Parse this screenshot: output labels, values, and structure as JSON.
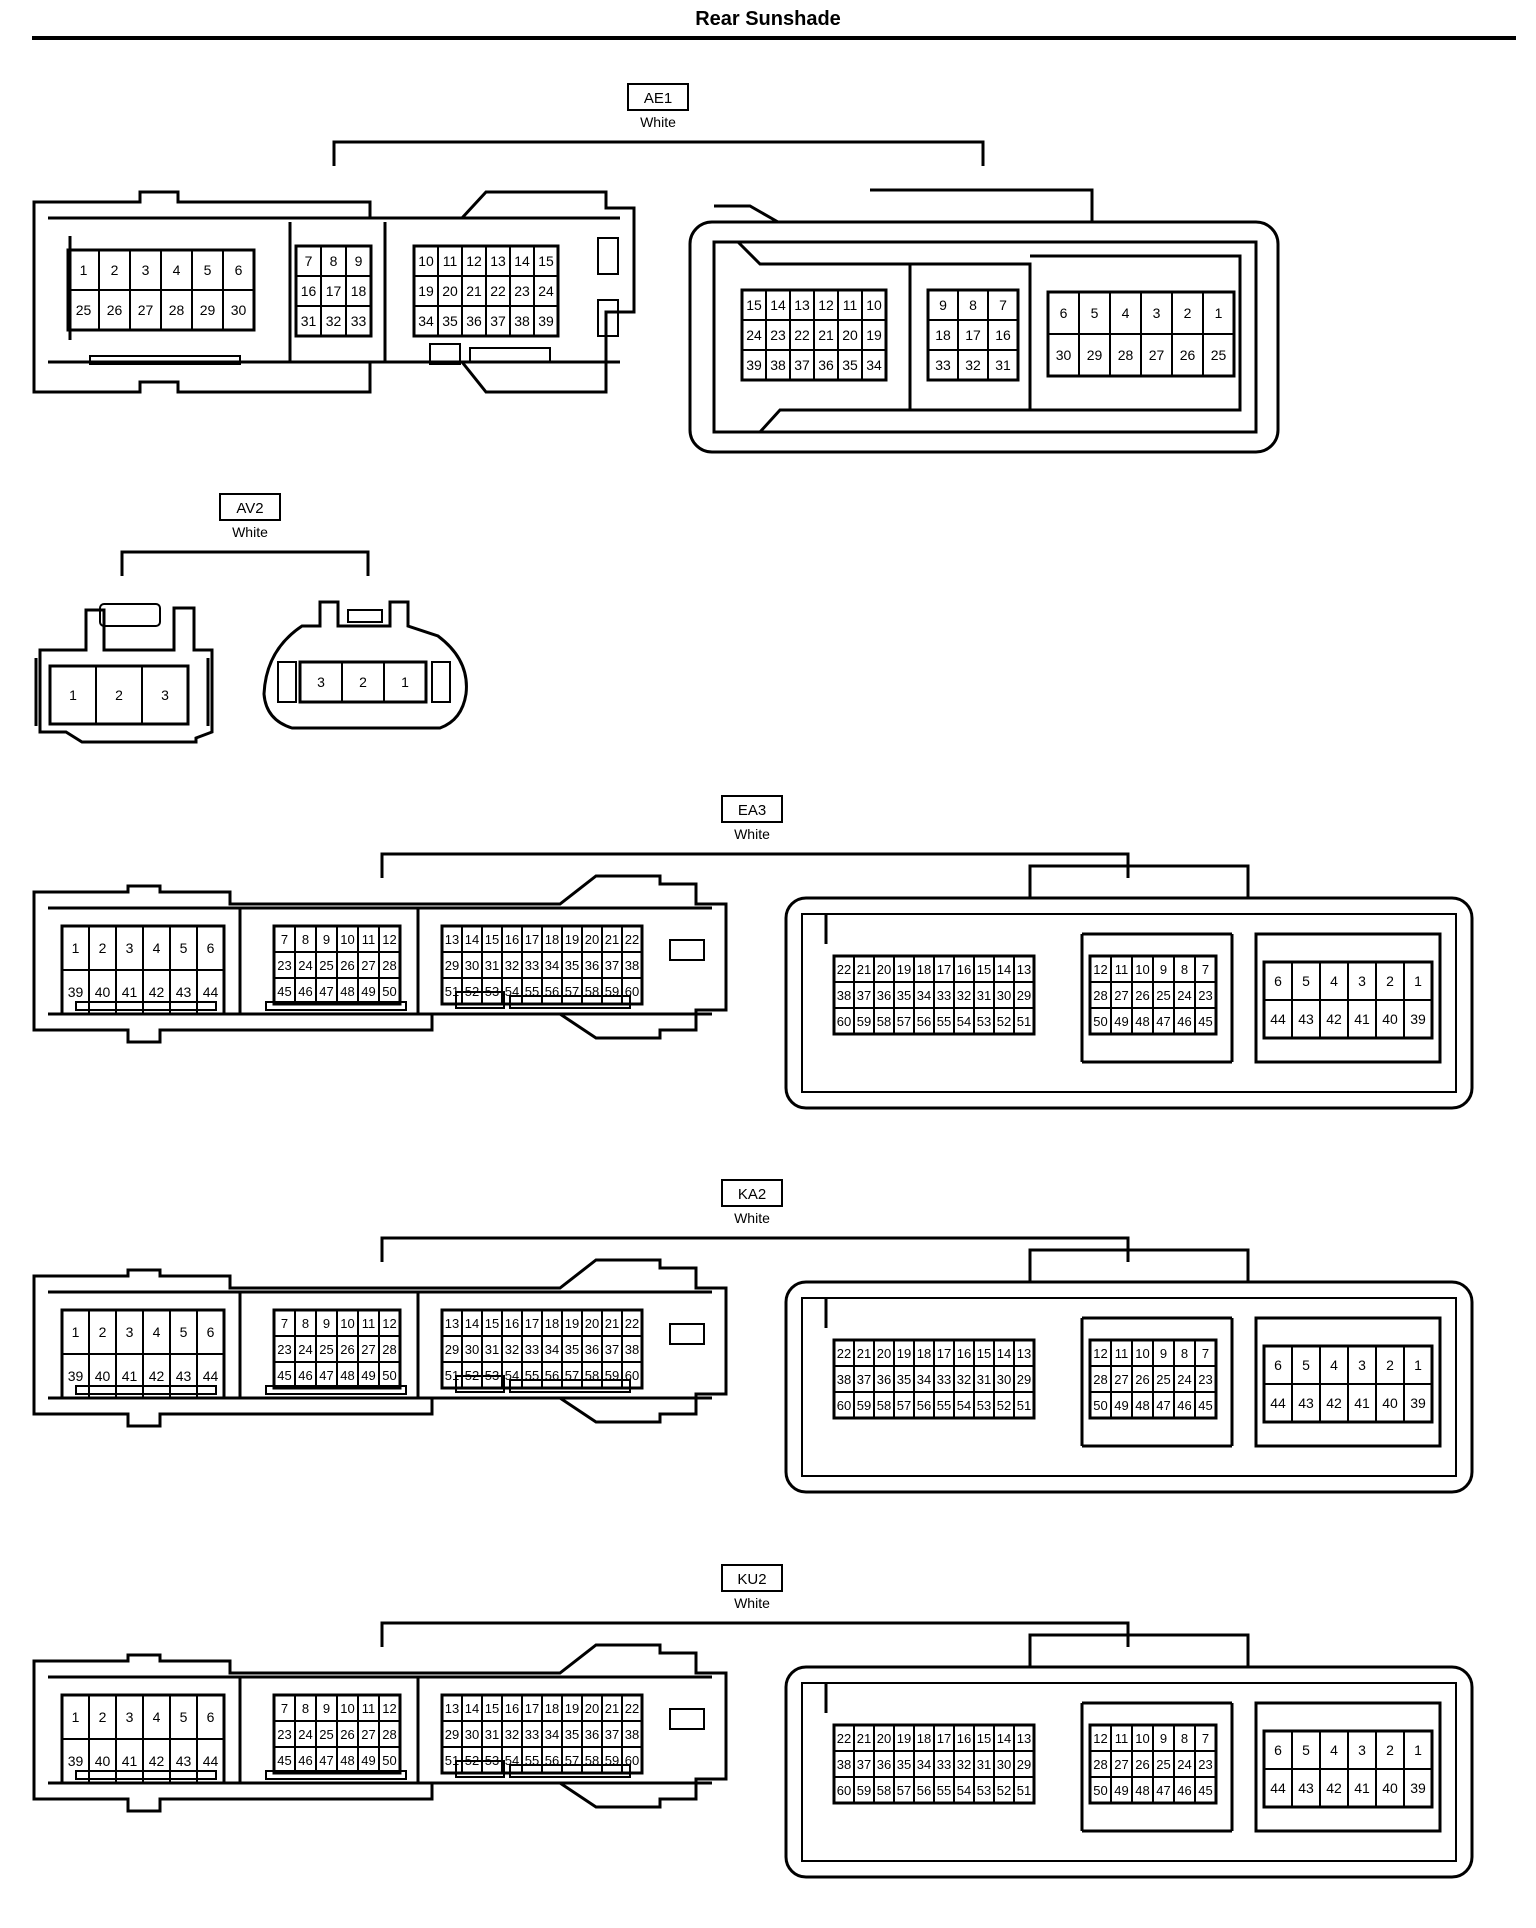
{
  "title": "Rear Sunshade",
  "connectors": [
    {
      "id": "AE1",
      "color": "White",
      "female": {
        "blocks": [
          [
            [
              "1",
              "2",
              "3",
              "4",
              "5",
              "6"
            ],
            [
              "25",
              "26",
              "27",
              "28",
              "29",
              "30"
            ]
          ],
          [
            [
              "7",
              "8",
              "9"
            ],
            [
              "16",
              "17",
              "18"
            ],
            [
              "31",
              "32",
              "33"
            ]
          ],
          [
            [
              "10",
              "11",
              "12",
              "13",
              "14",
              "15"
            ],
            [
              "19",
              "20",
              "21",
              "22",
              "23",
              "24"
            ],
            [
              "34",
              "35",
              "36",
              "37",
              "38",
              "39"
            ]
          ]
        ]
      },
      "male": {
        "blocks": [
          [
            [
              "15",
              "14",
              "13",
              "12",
              "11",
              "10"
            ],
            [
              "24",
              "23",
              "22",
              "21",
              "20",
              "19"
            ],
            [
              "39",
              "38",
              "37",
              "36",
              "35",
              "34"
            ]
          ],
          [
            [
              "9",
              "8",
              "7"
            ],
            [
              "18",
              "17",
              "16"
            ],
            [
              "33",
              "32",
              "31"
            ]
          ],
          [
            [
              "6",
              "5",
              "4",
              "3",
              "2",
              "1"
            ],
            [
              "30",
              "29",
              "28",
              "27",
              "26",
              "25"
            ]
          ]
        ]
      }
    },
    {
      "id": "AV2",
      "color": "White",
      "female": {
        "blocks": [
          [
            [
              "1",
              "2",
              "3"
            ]
          ]
        ]
      },
      "male": {
        "blocks": [
          [
            [
              "3",
              "2",
              "1"
            ]
          ]
        ]
      }
    },
    {
      "id": "EA3",
      "color": "White",
      "female": {
        "blocks": [
          [
            [
              "1",
              "2",
              "3",
              "4",
              "5",
              "6"
            ],
            [
              "39",
              "40",
              "41",
              "42",
              "43",
              "44"
            ]
          ],
          [
            [
              "7",
              "8",
              "9",
              "10",
              "11",
              "12"
            ],
            [
              "23",
              "24",
              "25",
              "26",
              "27",
              "28"
            ],
            [
              "45",
              "46",
              "47",
              "48",
              "49",
              "50"
            ]
          ],
          [
            [
              "13",
              "14",
              "15",
              "16",
              "17",
              "18",
              "19",
              "20",
              "21",
              "22"
            ],
            [
              "29",
              "30",
              "31",
              "32",
              "33",
              "34",
              "35",
              "36",
              "37",
              "38"
            ],
            [
              "51",
              "52",
              "53",
              "54",
              "55",
              "56",
              "57",
              "58",
              "59",
              "60"
            ]
          ]
        ]
      },
      "male": {
        "blocks": [
          [
            [
              "22",
              "21",
              "20",
              "19",
              "18",
              "17",
              "16",
              "15",
              "14",
              "13"
            ],
            [
              "38",
              "37",
              "36",
              "35",
              "34",
              "33",
              "32",
              "31",
              "30",
              "29"
            ],
            [
              "60",
              "59",
              "58",
              "57",
              "56",
              "55",
              "54",
              "53",
              "52",
              "51"
            ]
          ],
          [
            [
              "12",
              "11",
              "10",
              "9",
              "8",
              "7"
            ],
            [
              "28",
              "27",
              "26",
              "25",
              "24",
              "23"
            ],
            [
              "50",
              "49",
              "48",
              "47",
              "46",
              "45"
            ]
          ],
          [
            [
              "6",
              "5",
              "4",
              "3",
              "2",
              "1"
            ],
            [
              "44",
              "43",
              "42",
              "41",
              "40",
              "39"
            ]
          ]
        ]
      }
    },
    {
      "id": "KA2",
      "color": "White",
      "female": {
        "blocks": [
          [
            [
              "1",
              "2",
              "3",
              "4",
              "5",
              "6"
            ],
            [
              "39",
              "40",
              "41",
              "42",
              "43",
              "44"
            ]
          ],
          [
            [
              "7",
              "8",
              "9",
              "10",
              "11",
              "12"
            ],
            [
              "23",
              "24",
              "25",
              "26",
              "27",
              "28"
            ],
            [
              "45",
              "46",
              "47",
              "48",
              "49",
              "50"
            ]
          ],
          [
            [
              "13",
              "14",
              "15",
              "16",
              "17",
              "18",
              "19",
              "20",
              "21",
              "22"
            ],
            [
              "29",
              "30",
              "31",
              "32",
              "33",
              "34",
              "35",
              "36",
              "37",
              "38"
            ],
            [
              "51",
              "52",
              "53",
              "54",
              "55",
              "56",
              "57",
              "58",
              "59",
              "60"
            ]
          ]
        ]
      },
      "male": {
        "blocks": [
          [
            [
              "22",
              "21",
              "20",
              "19",
              "18",
              "17",
              "16",
              "15",
              "14",
              "13"
            ],
            [
              "38",
              "37",
              "36",
              "35",
              "34",
              "33",
              "32",
              "31",
              "30",
              "29"
            ],
            [
              "60",
              "59",
              "58",
              "57",
              "56",
              "55",
              "54",
              "53",
              "52",
              "51"
            ]
          ],
          [
            [
              "12",
              "11",
              "10",
              "9",
              "8",
              "7"
            ],
            [
              "28",
              "27",
              "26",
              "25",
              "24",
              "23"
            ],
            [
              "50",
              "49",
              "48",
              "47",
              "46",
              "45"
            ]
          ],
          [
            [
              "6",
              "5",
              "4",
              "3",
              "2",
              "1"
            ],
            [
              "44",
              "43",
              "42",
              "41",
              "40",
              "39"
            ]
          ]
        ]
      }
    },
    {
      "id": "KU2",
      "color": "White",
      "female": {
        "blocks": [
          [
            [
              "1",
              "2",
              "3",
              "4",
              "5",
              "6"
            ],
            [
              "39",
              "40",
              "41",
              "42",
              "43",
              "44"
            ]
          ],
          [
            [
              "7",
              "8",
              "9",
              "10",
              "11",
              "12"
            ],
            [
              "23",
              "24",
              "25",
              "26",
              "27",
              "28"
            ],
            [
              "45",
              "46",
              "47",
              "48",
              "49",
              "50"
            ]
          ],
          [
            [
              "13",
              "14",
              "15",
              "16",
              "17",
              "18",
              "19",
              "20",
              "21",
              "22"
            ],
            [
              "29",
              "30",
              "31",
              "32",
              "33",
              "34",
              "35",
              "36",
              "37",
              "38"
            ],
            [
              "51",
              "52",
              "53",
              "54",
              "55",
              "56",
              "57",
              "58",
              "59",
              "60"
            ]
          ]
        ]
      },
      "male": {
        "blocks": [
          [
            [
              "22",
              "21",
              "20",
              "19",
              "18",
              "17",
              "16",
              "15",
              "14",
              "13"
            ],
            [
              "38",
              "37",
              "36",
              "35",
              "34",
              "33",
              "32",
              "31",
              "30",
              "29"
            ],
            [
              "60",
              "59",
              "58",
              "57",
              "56",
              "55",
              "54",
              "53",
              "52",
              "51"
            ]
          ],
          [
            [
              "12",
              "11",
              "10",
              "9",
              "8",
              "7"
            ],
            [
              "28",
              "27",
              "26",
              "25",
              "24",
              "23"
            ],
            [
              "50",
              "49",
              "48",
              "47",
              "46",
              "45"
            ]
          ],
          [
            [
              "6",
              "5",
              "4",
              "3",
              "2",
              "1"
            ],
            [
              "44",
              "43",
              "42",
              "41",
              "40",
              "39"
            ]
          ]
        ]
      }
    }
  ]
}
